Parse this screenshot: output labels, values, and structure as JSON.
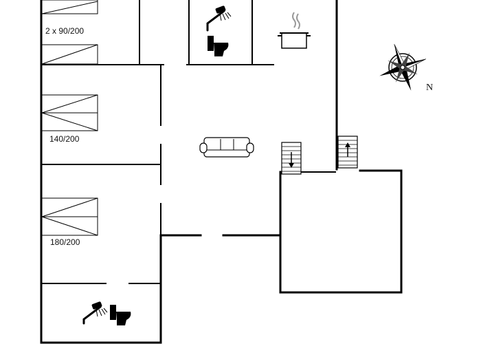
{
  "floorplan": {
    "bed_labels": {
      "twin": "2 x 90/200",
      "double_140": "140/200",
      "double_180": "180/200"
    },
    "compass": {
      "north_label": "N"
    },
    "icons": [
      "shower-icon",
      "toilet-icon",
      "cooking-pot-icon",
      "sofa-icon",
      "stairs-down-icon",
      "stairs-up-icon",
      "compass-rose-icon"
    ],
    "colors": {
      "wall": "#000000",
      "background": "#ffffff"
    }
  }
}
